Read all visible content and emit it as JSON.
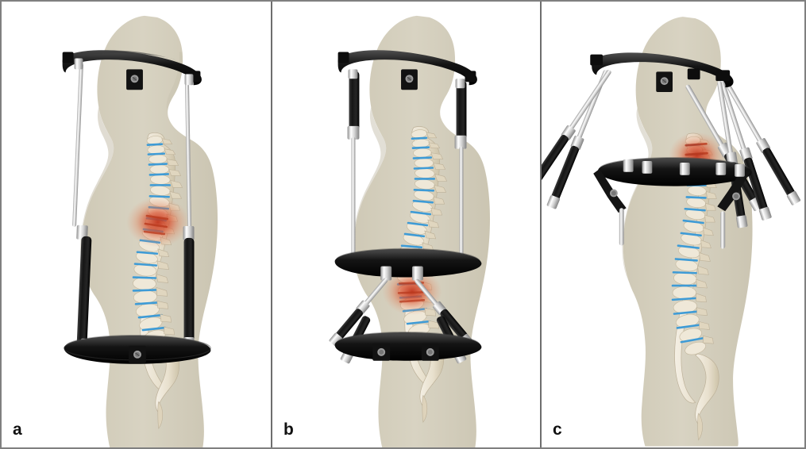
{
  "figure": {
    "caption_present": false,
    "border_color": "#808080",
    "divider_color": "#6e6e6e",
    "background": "#ffffff",
    "panel_count": 3
  },
  "palette": {
    "body_silhouette": "#d8d3c2",
    "body_silhouette_shade": "#cbc5b2",
    "bone_light": "#f2ece0",
    "bone_mid": "#e3dac6",
    "bone_shadow": "#c9bfa5",
    "disc_blue": "#4aa3d8",
    "frame_black": "#1c1c1c",
    "frame_black_hi": "#4a4a4a",
    "metal_silver": "#d6d6d6",
    "metal_silver_hi": "#fbfbfb",
    "metal_silver_shadow": "#9a9a9a",
    "inflammation_red": "#d9502e",
    "inflammation_core": "#c23a1c",
    "screw_grey": "#8e8e8e",
    "label_color": "#111111"
  },
  "panels": [
    {
      "id": "a",
      "label": "a",
      "title": "Halo ring to pelvic ring frame with two straight telescopic struts",
      "device": {
        "name": "halo-pelvic-external-fixator",
        "rings": [
          {
            "name": "halo-ring",
            "position": "cranial",
            "color": "#1c1c1c"
          },
          {
            "name": "pelvic-ring",
            "position": "pelvic",
            "color": "#1c1c1c"
          }
        ],
        "struts": 2,
        "strut_type": "straight-telescopic",
        "strut_segments": [
          "silver-rod-upper",
          "silver-collar",
          "black-tube-lower"
        ],
        "clamp_blocks": 2,
        "screws": 2
      },
      "anatomy": {
        "silhouette": "lateral-upper-body-and-head",
        "spine_regions": [
          "cervical",
          "thoracic",
          "lumbar",
          "sacrum",
          "coccyx"
        ],
        "inflammation_site": "thoracolumbar-junction",
        "inflammation_color": "#d9502e"
      }
    },
    {
      "id": "b",
      "label": "b",
      "title": "Halo ring to thoracic ring with straight struts plus lumbar hexapod module",
      "device": {
        "name": "halo-thoracic-lumbar-external-fixator",
        "rings": [
          {
            "name": "halo-ring",
            "position": "cranial",
            "color": "#1c1c1c"
          },
          {
            "name": "thoracic-ring",
            "position": "mid-trunk",
            "color": "#1c1c1c"
          },
          {
            "name": "pelvic-ring",
            "position": "pelvic",
            "color": "#1c1c1c"
          }
        ],
        "struts": 2,
        "strut_type": "straight-telescopic",
        "strut_segments": [
          "black-tube-upper",
          "silver-collar",
          "silver-rod-lower"
        ],
        "hexapod_struts": 4,
        "hexapod_location": "lumbar",
        "clamp_blocks": 3,
        "screws": 3
      },
      "anatomy": {
        "silhouette": "lateral-upper-body-and-head",
        "spine_regions": [
          "cervical",
          "thoracic",
          "lumbar",
          "sacrum",
          "coccyx"
        ],
        "inflammation_site": "lumbar",
        "inflammation_color": "#d9502e"
      }
    },
    {
      "id": "c",
      "label": "c",
      "title": "Halo ring to cervicothoracic ring hexapod with six angled struts",
      "device": {
        "name": "cervical-hexapod-external-fixator",
        "rings": [
          {
            "name": "halo-ring",
            "position": "cranial",
            "color": "#1c1c1c"
          },
          {
            "name": "cervicothoracic-ring",
            "position": "upper-thoracic",
            "color": "#1c1c1c"
          }
        ],
        "struts": 6,
        "strut_type": "angled-telescopic-hexapod",
        "strut_segments": [
          "silver-rod-upper",
          "silver-collar",
          "black-tube-lower"
        ],
        "ring_brackets": 2,
        "bracket_pins": 2,
        "clamp_blocks": 3,
        "screws": 3
      },
      "anatomy": {
        "silhouette": "lateral-head-and-trunk",
        "spine_regions": [
          "cervical",
          "thoracic",
          "lumbar",
          "sacrum",
          "coccyx"
        ],
        "inflammation_site": "cervicothoracic-junction",
        "inflammation_color": "#d9502e"
      }
    }
  ]
}
